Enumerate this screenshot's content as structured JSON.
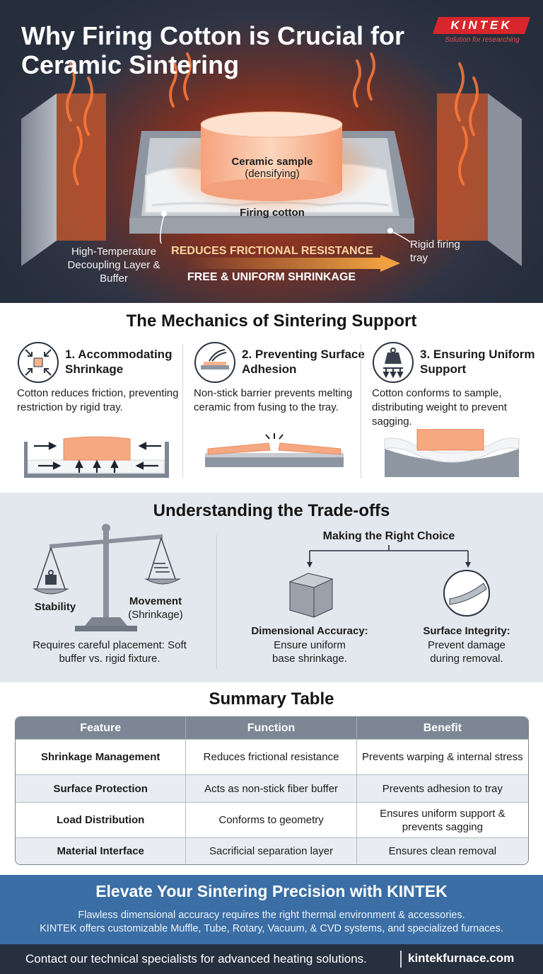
{
  "hero": {
    "title": "Why Firing Cotton is Crucial for Ceramic Sintering",
    "brand": "KINTEK",
    "brand_tagline": "Solution for researching",
    "ceramic_label_1": "Ceramic sample",
    "ceramic_label_2": "(densifying)",
    "cotton_label": "Firing cotton",
    "layer_label": "High-Temperature Decoupling Layer & Buffer",
    "tray_label": "Rigid firing tray",
    "friction_label": "REDUCES FRICTIONAL RESISTANCE",
    "shrinkage_label": "FREE & UNIFORM SHRINKAGE"
  },
  "mechanics": {
    "title": "The Mechanics of Sintering Support",
    "items": [
      {
        "heading": "1. Accommodating Shrinkage",
        "text": "Cotton reduces friction, preventing restriction by rigid tray.",
        "icon": "shrink-arrows-icon"
      },
      {
        "heading": "2. Preventing Surface Adhesion",
        "text": "Non-stick barrier prevents melting ceramic from fusing to the tray.",
        "icon": "separation-icon"
      },
      {
        "heading": "3. Ensuring Uniform Support",
        "text": "Cotton conforms to sample, distributing weight to prevent sagging.",
        "icon": "weight-icon"
      }
    ]
  },
  "tradeoffs": {
    "title": "Understanding the Trade-offs",
    "stability": "Stability",
    "movement": "Movement",
    "movement_sub": "(Shrinkage)",
    "note": "Requires careful placement: Soft buffer vs. rigid fixture.",
    "choice_title": "Making the Right Choice",
    "choice_1_title": "Dimensional Accuracy:",
    "choice_1_text": "Ensure uniform base shrinkage.",
    "choice_2_title": "Surface Integrity:",
    "choice_2_text": "Prevent damage during removal."
  },
  "summary": {
    "title": "Summary Table",
    "headers": [
      "Feature",
      "Function",
      "Benefit"
    ],
    "rows": [
      [
        "Shrinkage Management",
        "Reduces frictional resistance",
        "Prevents warping & internal stress"
      ],
      [
        "Surface Protection",
        "Acts as non-stick fiber buffer",
        "Prevents adhesion to tray"
      ],
      [
        "Load Distribution",
        "Conforms to geometry",
        "Ensures uniform support & prevents sagging"
      ],
      [
        "Material Interface",
        "Sacrificial separation layer",
        "Ensures clean removal"
      ]
    ]
  },
  "cta": {
    "title": "Elevate Your Sintering Precision with KINTEK",
    "line1": "Flawless dimensional accuracy requires the right thermal environment & accessories.",
    "line2": "KINTEK offers customizable Muffle, Tube, Rotary, Vacuum, & CVD systems, and specialized furnaces."
  },
  "footer": {
    "contact": "Contact our technical specialists for advanced heating solutions.",
    "site": "kintekfurnace.com"
  },
  "colors": {
    "accent_orange": "#f0a040",
    "brand_red": "#d8262c",
    "header_dark": "#262d3b",
    "cta_blue": "#3a6ea5",
    "table_header": "#7c8694"
  }
}
